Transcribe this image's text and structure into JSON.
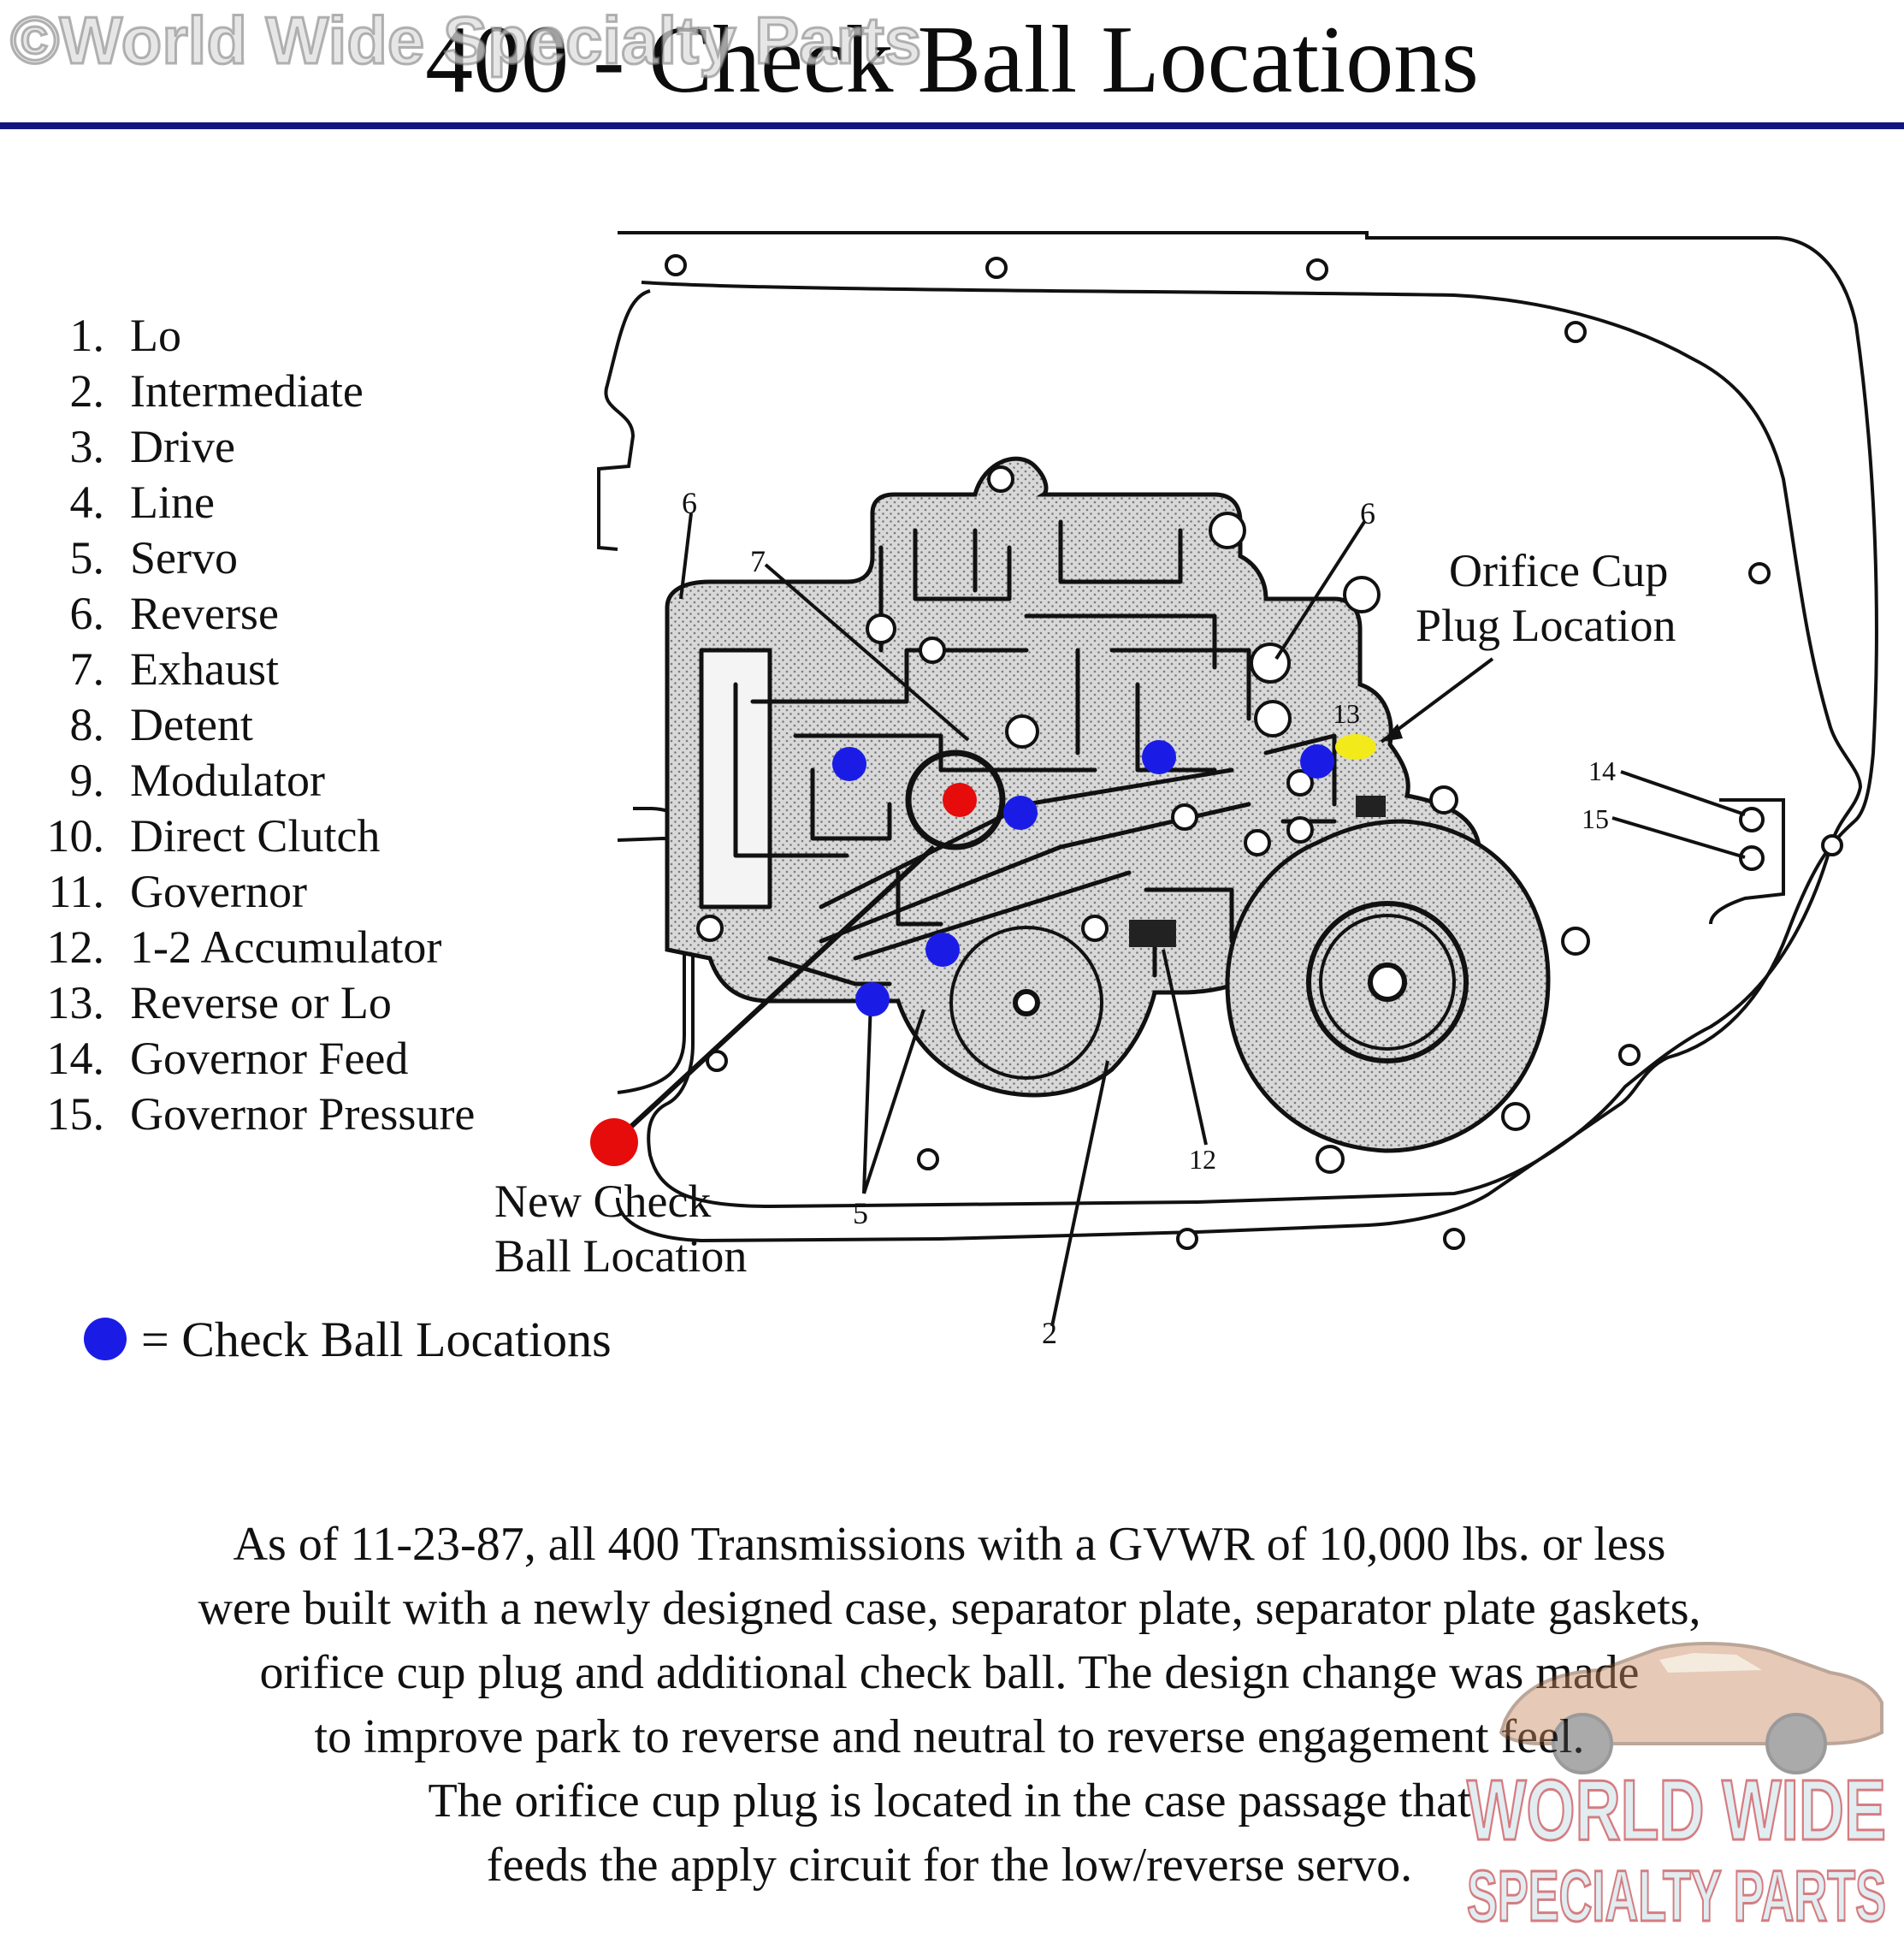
{
  "page": {
    "title": "400 - Check Ball Locations",
    "copyright": "©World Wide Specialty Parts"
  },
  "legend": [
    {
      "num": "1.",
      "label": "Lo"
    },
    {
      "num": "2.",
      "label": "Intermediate"
    },
    {
      "num": "3.",
      "label": "Drive"
    },
    {
      "num": "4.",
      "label": "Line"
    },
    {
      "num": "5.",
      "label": "Servo"
    },
    {
      "num": "6.",
      "label": "Reverse"
    },
    {
      "num": "7.",
      "label": "Exhaust"
    },
    {
      "num": "8.",
      "label": "Detent"
    },
    {
      "num": "9.",
      "label": "Modulator"
    },
    {
      "num": "10.",
      "label": "Direct Clutch"
    },
    {
      "num": "11.",
      "label": "Governor"
    },
    {
      "num": "12.",
      "label": "1-2 Accumulator"
    },
    {
      "num": "13.",
      "label": "Reverse or Lo"
    },
    {
      "num": "14.",
      "label": "Governor Feed"
    },
    {
      "num": "15.",
      "label": "Governor Pressure"
    }
  ],
  "callouts": {
    "orifice_line1": "Orifice Cup",
    "orifice_line2": "Plug Location",
    "new_ball_line1": "New Check",
    "new_ball_line2": "Ball Location"
  },
  "key": {
    "text": "= Check Ball Locations",
    "dot_color": "#1a1ce6"
  },
  "diagram_labels": {
    "l6a": "6",
    "l7": "7",
    "l6b": "6",
    "l13": "13",
    "l14": "14",
    "l15": "15",
    "l12": "12",
    "l5": "5",
    "l2": "2"
  },
  "colors": {
    "check_ball": "#1a1ce6",
    "new_check_ball": "#e60c0c",
    "orifice_plug": "#f2ea1a",
    "title_rule": "#141680"
  },
  "paragraph": [
    "As of 11-23-87, all 400 Transmissions with a GVWR of 10,000 lbs. or less",
    "were built with a newly designed case, separator plate, separator plate gaskets,",
    "orifice cup plug and additional check ball.  The design change was made",
    "to improve park to reverse and neutral to reverse engagement feel.",
    "The orifice cup plug is located in the case passage that",
    "feeds the apply circuit for the low/reverse servo."
  ],
  "logo": {
    "line1": "WORLD WIDE",
    "line2": "SPECIALTY PARTS"
  }
}
